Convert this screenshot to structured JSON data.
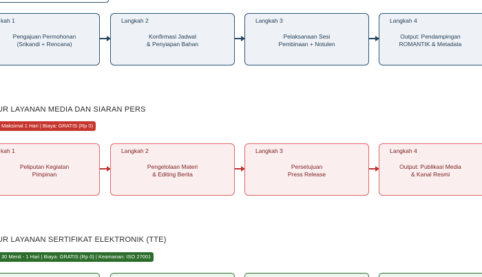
{
  "flow_media_top": {
    "steps": [
      {
        "step": "kah 1",
        "desc": "Pengajuan Permohonan\n(Srikandi + Rencana)"
      },
      {
        "step": "Langkah 2",
        "desc": "Konfirmasi Jadwal\n& Penyiapan Bahan"
      },
      {
        "step": "Langkah 3",
        "desc": "Pelaksanaan Sesi\nPembinaan + Notulen"
      },
      {
        "step": "Langkah 4",
        "desc": "Output: Pendampingan\nROMANTIK & Metadata"
      }
    ]
  },
  "section_media": {
    "title": "UR LAYANAN MEDIA DAN SIARAN PERS",
    "badge": "Maksimal 1 Hari  |  Biaya: GRATIS (Rp 0)",
    "steps": [
      {
        "step": "kah 1",
        "desc": "Peliputan Kegiatan\nPimpinan"
      },
      {
        "step": "Langkah 2",
        "desc": "Pengelolaan Materi\n& Editing Berita"
      },
      {
        "step": "Langkah 3",
        "desc": "Persetujuan\nPress Release"
      },
      {
        "step": "Langkah 4",
        "desc": "Output: Publikasi Media\n& Kanal Resmi"
      }
    ]
  },
  "section_tte": {
    "title": "UR LAYANAN SERTIFIKAT ELEKTRONIK (TTE)",
    "badge": "30 Menit - 1 Hari  |  Biaya: GRATIS (Rp 0)  |  Keamanan: ISO 27001"
  }
}
